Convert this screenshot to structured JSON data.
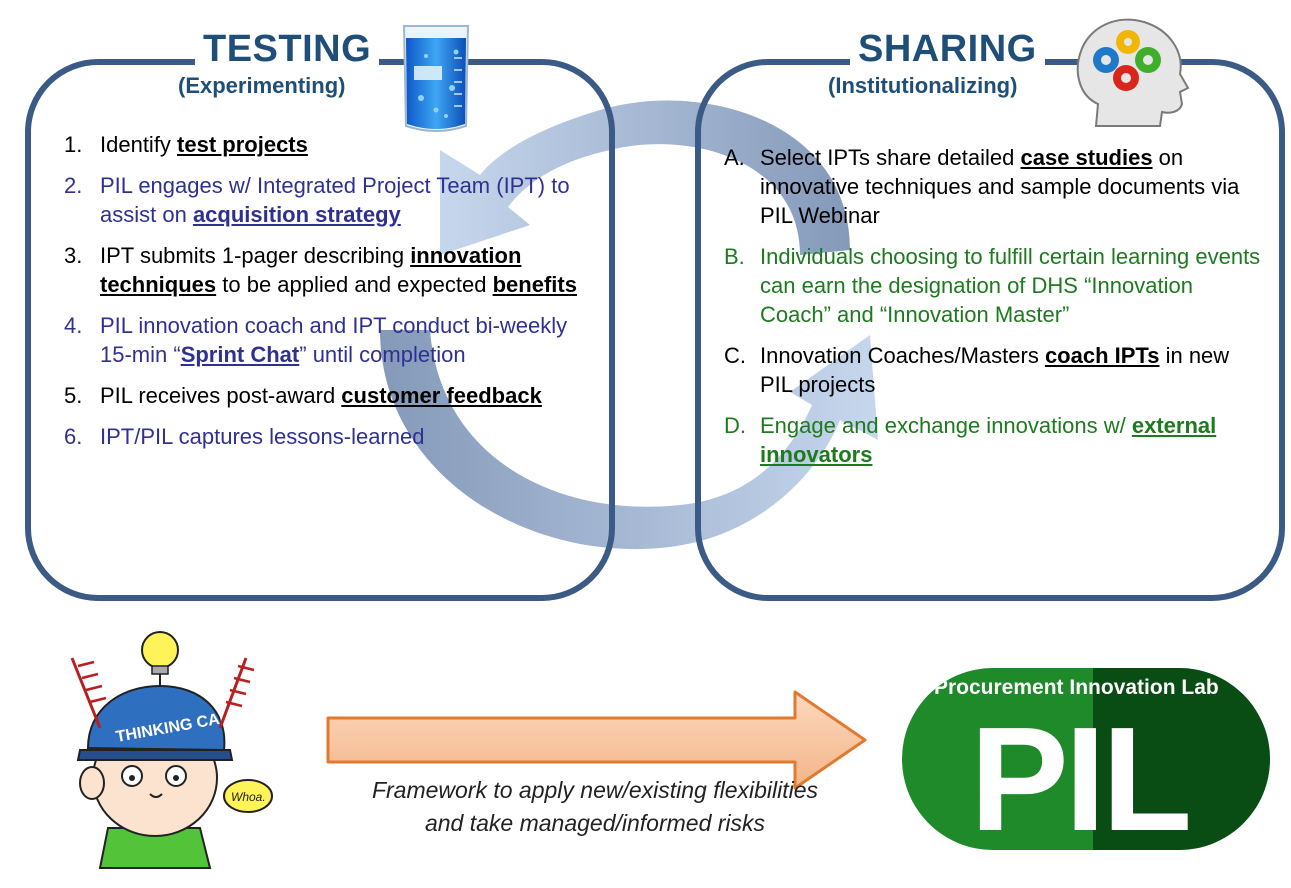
{
  "testing": {
    "title": "TESTING",
    "subtitle": "(Experimenting)",
    "items": [
      {
        "num": "1.",
        "color": "black",
        "parts": [
          [
            "Identify ",
            false
          ],
          [
            "test projects",
            true
          ]
        ]
      },
      {
        "num": "2.",
        "color": "blue",
        "parts": [
          [
            "PIL engages w/ Integrated Project Team (IPT) to assist on ",
            false
          ],
          [
            "acquisition strategy",
            true
          ]
        ]
      },
      {
        "num": "3.",
        "color": "black",
        "parts": [
          [
            "IPT submits 1-pager describing ",
            false
          ],
          [
            "innovation techniques",
            true
          ],
          [
            " to be applied and expected ",
            false
          ],
          [
            "benefits",
            true
          ]
        ]
      },
      {
        "num": "4.",
        "color": "blue",
        "parts": [
          [
            "PIL innovation coach and IPT conduct bi-weekly 15-min “",
            false
          ],
          [
            "Sprint Chat",
            true
          ],
          [
            "” until completion",
            false
          ]
        ]
      },
      {
        "num": "5.",
        "color": "black",
        "parts": [
          [
            "PIL receives post-award ",
            false
          ],
          [
            "customer feedback",
            true
          ]
        ]
      },
      {
        "num": "6.",
        "color": "blue",
        "parts": [
          [
            "IPT/PIL captures lessons-learned",
            false
          ]
        ]
      }
    ]
  },
  "sharing": {
    "title": "SHARING",
    "subtitle": "(Institutionalizing)",
    "items": [
      {
        "num": "A.",
        "color": "black",
        "parts": [
          [
            "Select IPTs share detailed ",
            false
          ],
          [
            "case studies",
            true
          ],
          [
            " on innovative techniques and sample documents via PIL Webinar",
            false
          ]
        ]
      },
      {
        "num": "B.",
        "color": "green",
        "parts": [
          [
            "Individuals choosing to fulfill certain learning events can earn the designation of DHS “Innovation Coach” and “Innovation Master”",
            false
          ]
        ]
      },
      {
        "num": "C.",
        "color": "black",
        "parts": [
          [
            "Innovation Coaches/Masters ",
            false
          ],
          [
            "coach IPTs",
            true
          ],
          [
            " in new PIL projects",
            false
          ]
        ]
      },
      {
        "num": "D.",
        "color": "green",
        "parts": [
          [
            "Engage and exchange innovations w/ ",
            false
          ],
          [
            "external innovators",
            true
          ]
        ]
      }
    ]
  },
  "caption": {
    "line1": "Framework to apply new/existing flexibilities",
    "line2": "and take managed/informed risks"
  },
  "logo": {
    "title": "Procurement Innovation Lab",
    "big": "PIL"
  },
  "cartoon": {
    "cap_text": "THINKING CAP",
    "speech": "Whoa."
  },
  "colors": {
    "panel_border": "#3b5a86",
    "heading": "#1f4e79",
    "blue_text": "#2e3192",
    "green_text": "#1e7a1e",
    "arrow_fill": "#f8c7a3",
    "arrow_stroke": "#e07a2e",
    "logo_light": "#1f8a2a",
    "logo_dark": "#0a4d14"
  },
  "icons": [
    "beaker-icon",
    "gear-head-icon",
    "cycle-arrows-icon",
    "right-arrow-icon",
    "thinking-cap-cartoon"
  ]
}
